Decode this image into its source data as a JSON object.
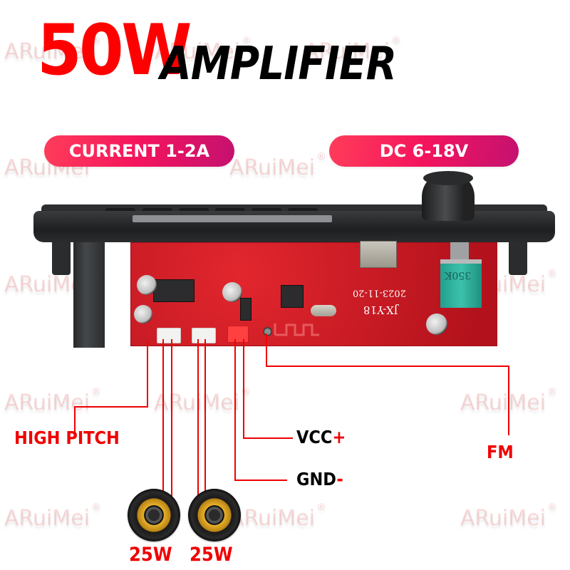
{
  "header": {
    "power": "50W",
    "product": "AMPLIFIER"
  },
  "specs": {
    "current": "CURRENT 1-2A",
    "voltage": "DC 6-18V"
  },
  "board": {
    "model": "JX-Y18",
    "date": "2023-11-20",
    "pot_value": "350K"
  },
  "callouts": {
    "high_pitch": "HIGH PITCH",
    "vcc": "VCC",
    "vcc_sign": "+",
    "gnd": "GND",
    "gnd_sign": "-",
    "fm": "FM"
  },
  "speakers": [
    {
      "power": "25W"
    },
    {
      "power": "25W"
    }
  ],
  "watermark": {
    "text": "ARuiMei",
    "mark": "®"
  },
  "colors": {
    "accent_red": "#f00000",
    "title_red": "#fe0000",
    "pill_gradient_start": "#ff3d5a",
    "pill_gradient_end": "#c41170",
    "pcb_red": "#d41a24",
    "watermark": "#eb7878"
  }
}
